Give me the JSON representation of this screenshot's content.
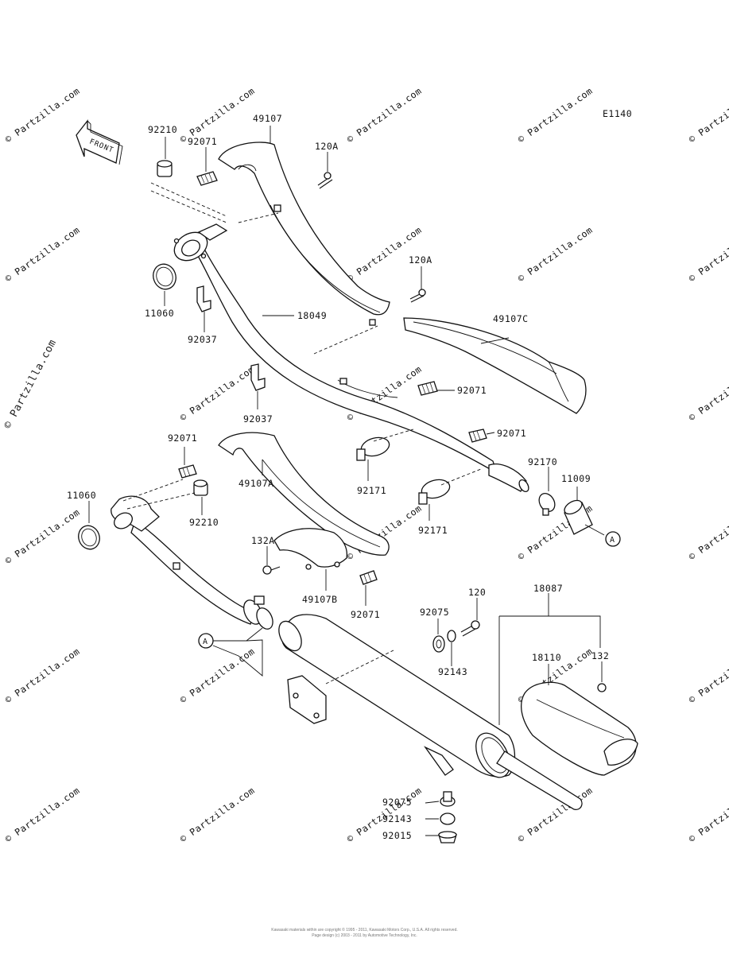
{
  "diagram_code": "E1140",
  "front_label": "FRONT",
  "watermark_text": "© Partzilla.com",
  "ref_marker": "A",
  "copyright_line1": "Kawasaki materials within are copyright © 1995 - 2011, Kawasaki Motors Corp., U.S.A. All rights reserved.",
  "copyright_line2": "Page design (c) 2003 - 2011 by Automotive Technology, Inc.",
  "labels": {
    "p92210_top": "92210",
    "p92071_top": "92071",
    "p49107": "49107",
    "p120A_top": "120A",
    "p11060_top": "11060",
    "p92037_top": "92037",
    "p120A_mid": "120A",
    "p18049": "18049",
    "p49107C": "49107C",
    "p92037_mid": "92037",
    "p92071_right1": "92071",
    "p92071_right2": "92071",
    "p92071_left": "92071",
    "p49107A": "49107A",
    "p92170": "92170",
    "p11009": "11009",
    "p11060_left": "11060",
    "p92210_left": "92210",
    "p92171_a": "92171",
    "p92171_b": "92171",
    "p132A": "132A",
    "p49107B": "49107B",
    "p92071_bottom": "92071",
    "p120": "120",
    "p18087": "18087",
    "p92075_top": "92075",
    "p92143_top": "92143",
    "p18110": "18110",
    "p132": "132",
    "p92075_bottom": "92075",
    "p92143_bottom": "92143",
    "p92015": "92015"
  }
}
